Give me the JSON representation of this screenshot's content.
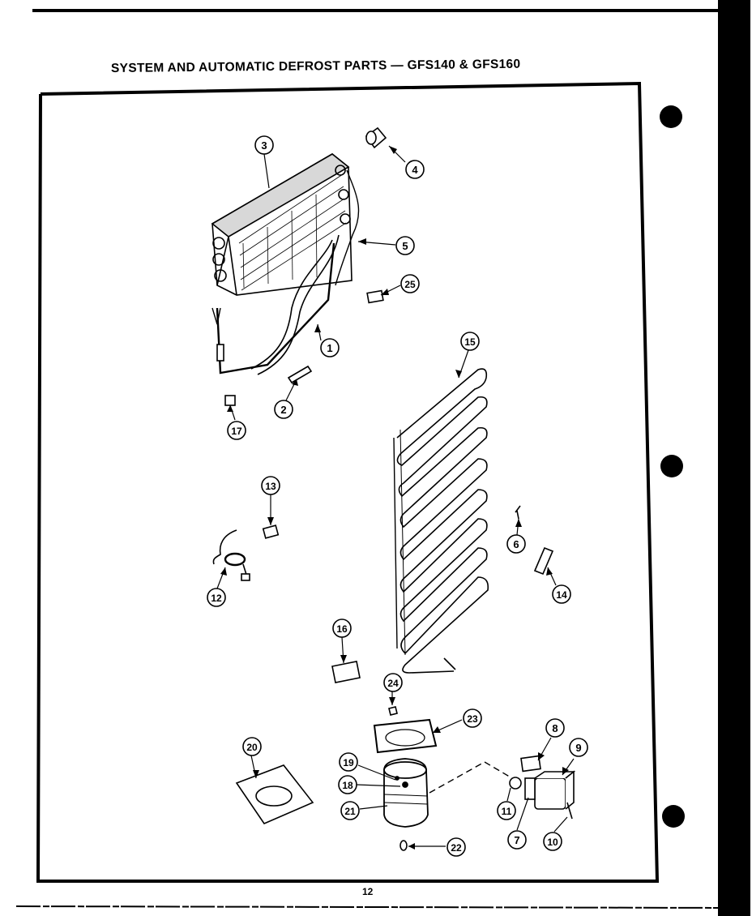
{
  "title": "SYSTEM AND AUTOMATIC DEFROST PARTS — GFS140 & GFS160",
  "page_number": "12",
  "callouts": [
    {
      "id": "c1",
      "label": "1"
    },
    {
      "id": "c2",
      "label": "2"
    },
    {
      "id": "c3",
      "label": "3"
    },
    {
      "id": "c4",
      "label": "4"
    },
    {
      "id": "c5",
      "label": "5"
    },
    {
      "id": "c6",
      "label": "6"
    },
    {
      "id": "c7",
      "label": "7"
    },
    {
      "id": "c8",
      "label": "8"
    },
    {
      "id": "c9",
      "label": "9"
    },
    {
      "id": "c10",
      "label": "10"
    },
    {
      "id": "c11",
      "label": "11"
    },
    {
      "id": "c12",
      "label": "12"
    },
    {
      "id": "c13",
      "label": "13"
    },
    {
      "id": "c14",
      "label": "14"
    },
    {
      "id": "c15",
      "label": "15"
    },
    {
      "id": "c16",
      "label": "16"
    },
    {
      "id": "c17",
      "label": "17"
    },
    {
      "id": "c18",
      "label": "18"
    },
    {
      "id": "c19",
      "label": "19"
    },
    {
      "id": "c20",
      "label": "20"
    },
    {
      "id": "c21",
      "label": "21"
    },
    {
      "id": "c22",
      "label": "22"
    },
    {
      "id": "c23",
      "label": "23"
    },
    {
      "id": "c24",
      "label": "24"
    },
    {
      "id": "c25",
      "label": "25"
    }
  ]
}
